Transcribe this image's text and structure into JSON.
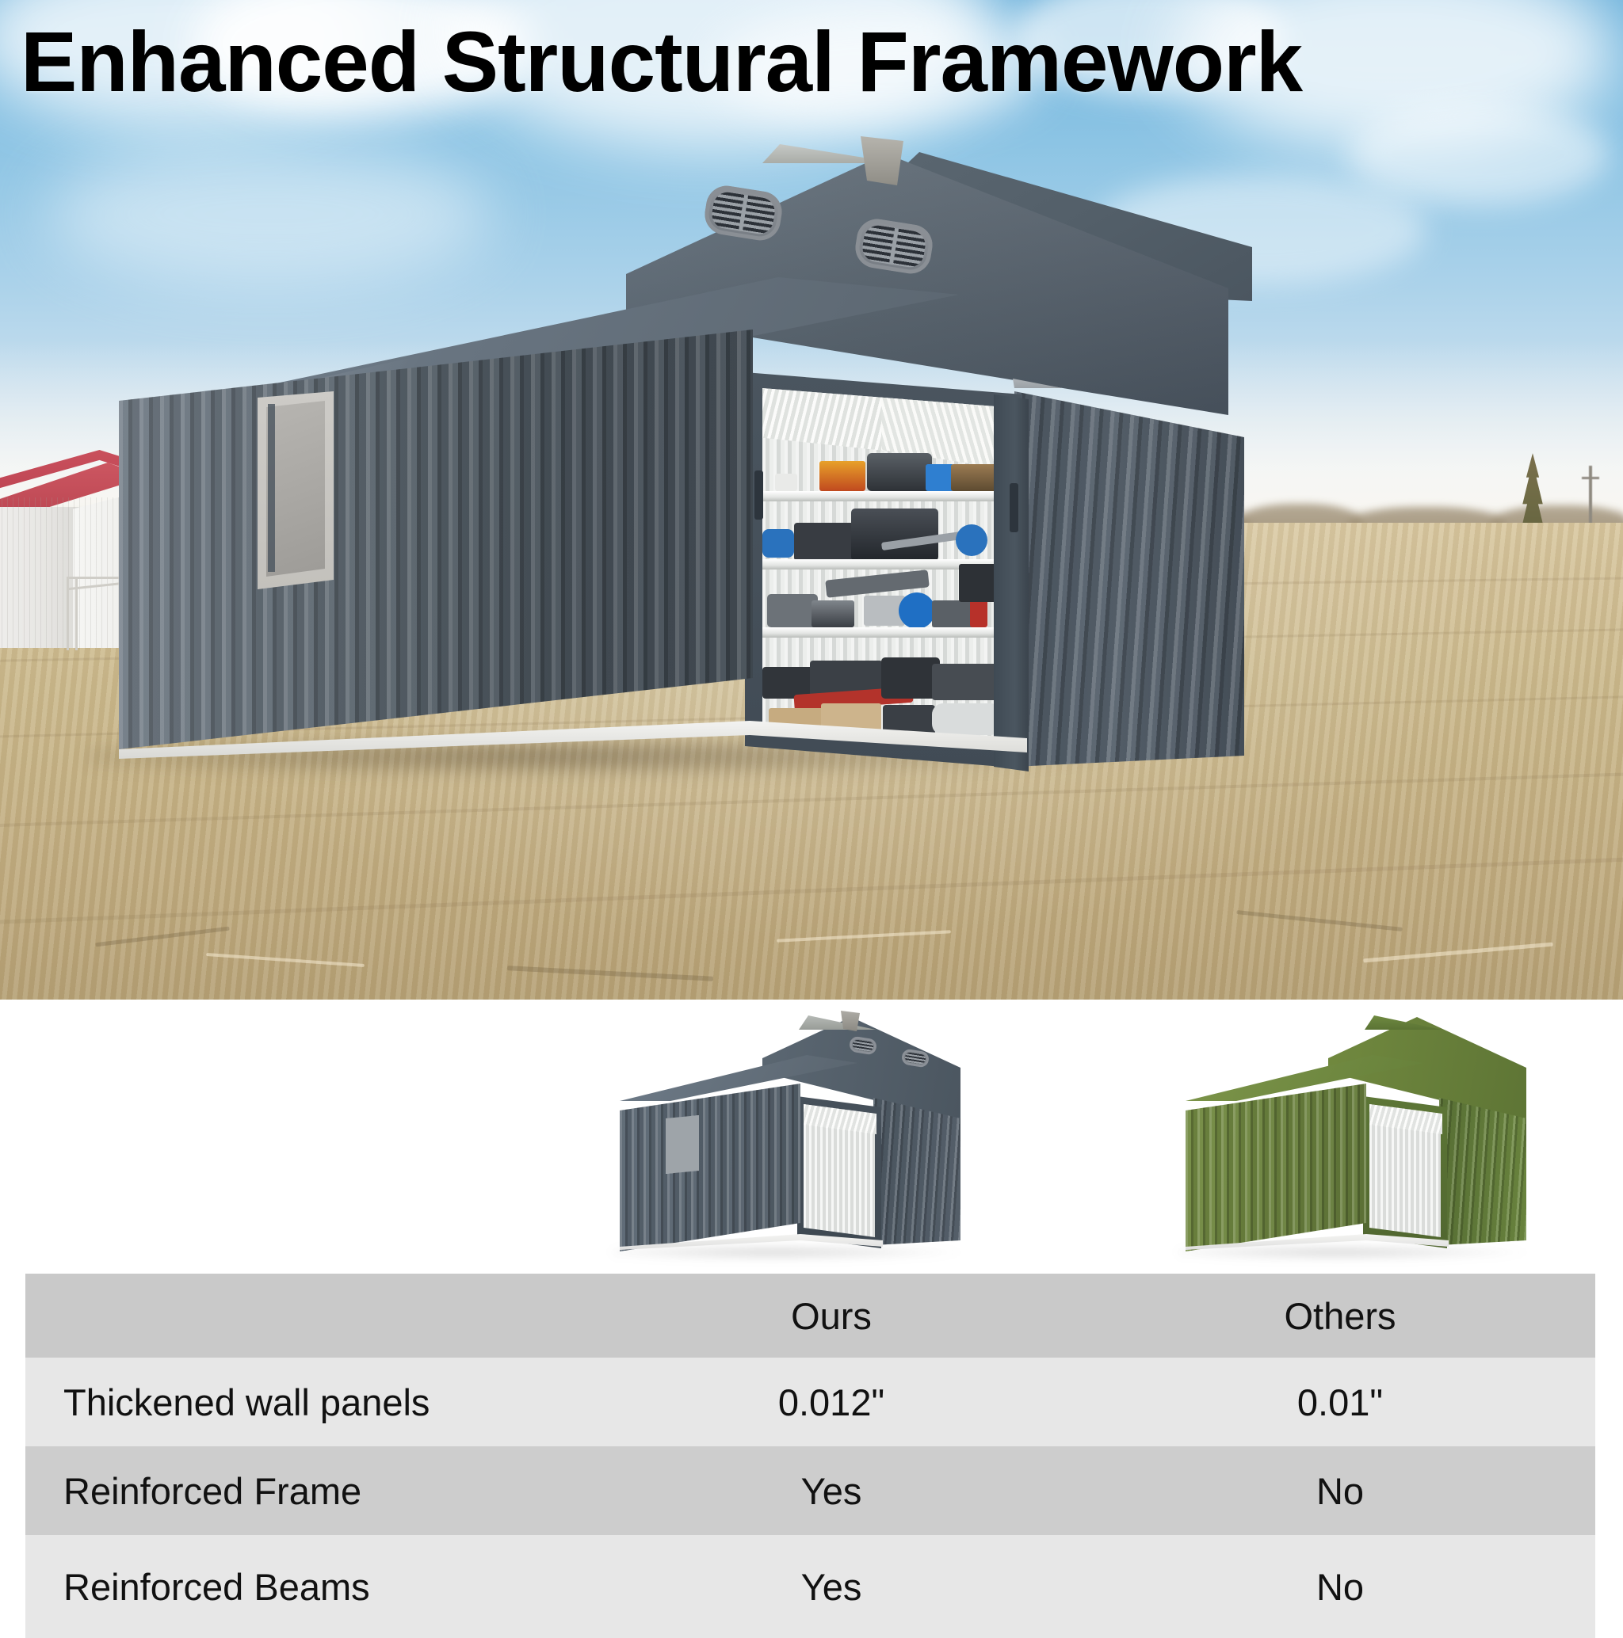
{
  "header": {
    "title": "Enhanced Structural Framework"
  },
  "hero": {
    "scene_name": "metal-storage-shed-in-dry-field",
    "shed_color": "#58646f",
    "shed_parts": {
      "roof": "gable-roof",
      "vents": [
        "gable-vent-left",
        "gable-vent-right"
      ],
      "window": "side-window",
      "door": "open-double-sliding-door",
      "interior": "white-corrugated-interior-with-four-shelves"
    },
    "background": {
      "sky": "#8cc4e4",
      "clouds": "#ffffff",
      "barn_roof": "#bf4654",
      "barn_wall": "#eceae7",
      "field": "#cbb98c",
      "tree": "conifer-tree",
      "utility_pole": "utility-pole"
    }
  },
  "thumbnails": [
    {
      "name": "ours-shed-thumbnail",
      "color": "#56616c",
      "accent": "#4a545e",
      "has_window": true,
      "has_vents": true
    },
    {
      "name": "others-shed-thumbnail",
      "color": "#6f8a45",
      "accent": "#5d7639",
      "has_window": false,
      "has_vents": false
    }
  ],
  "comparison_table": {
    "columns": [
      "",
      "Ours",
      "Others"
    ],
    "header": {
      "feature": "",
      "ours": "Ours",
      "others": "Others"
    },
    "rows": [
      {
        "feature": "Thickened wall panels",
        "ours": "0.012\"",
        "others": "0.01\""
      },
      {
        "feature": "Reinforced Frame",
        "ours": "Yes",
        "others": "No"
      },
      {
        "feature": "Reinforced Beams",
        "ours": "Yes",
        "others": "No"
      }
    ],
    "colors": {
      "header_bg": "#c9c9c9",
      "row_light_bg": "#e7e7e7",
      "row_dark_bg": "#cdcdcd",
      "text": "#111111"
    }
  }
}
